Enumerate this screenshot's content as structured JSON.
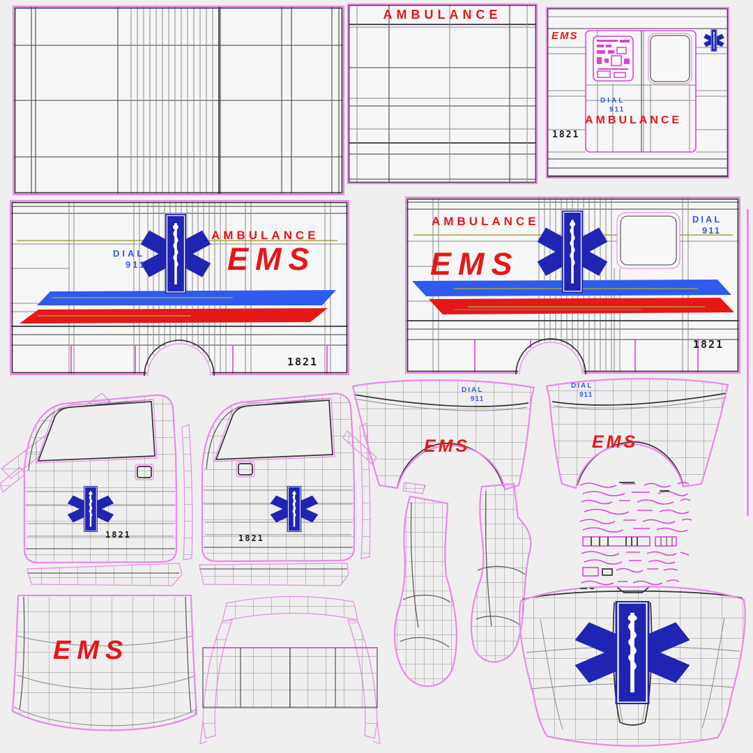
{
  "colors": {
    "background": "#f0eff0",
    "decal_red": "#e51717",
    "decal_blue": "#2e5bee",
    "star_blue": "#1f25b2",
    "seam_pink": "#e88ae8",
    "detail_magenta": "#d944d9",
    "wireframe_gray": "#8a8a8a",
    "unit_number_black": "#1b1b1b",
    "overlap_olive": "#a6a23f"
  },
  "icons": {
    "star_of_life": "star-of-life"
  },
  "panels": {
    "box_front": {
      "ambulance": "AMBULANCE"
    },
    "rear_doors": {
      "ems": "EMS",
      "dial": "DIAL",
      "call_number": "911",
      "ambulance": "AMBULANCE",
      "unit_number": "1821"
    },
    "side_left": {
      "dial": "DIAL",
      "call_number": "911",
      "ambulance": "AMBULANCE",
      "ems": "EMS",
      "unit_number": "1821"
    },
    "side_right": {
      "ambulance": "AMBULANCE",
      "ems": "EMS",
      "dial": "DIAL",
      "call_number": "911",
      "unit_number": "1821"
    },
    "door_front_left": {
      "unit_number": "1821"
    },
    "door_front_right": {
      "unit_number": "1821"
    },
    "fender_left": {
      "dial": "DIAL",
      "call_number": "911",
      "ems": "EMS"
    },
    "fender_right": {
      "dial": "DIAL",
      "call_number": "911",
      "ems": "EMS"
    },
    "rear_step": {
      "ems": "EMS"
    }
  }
}
